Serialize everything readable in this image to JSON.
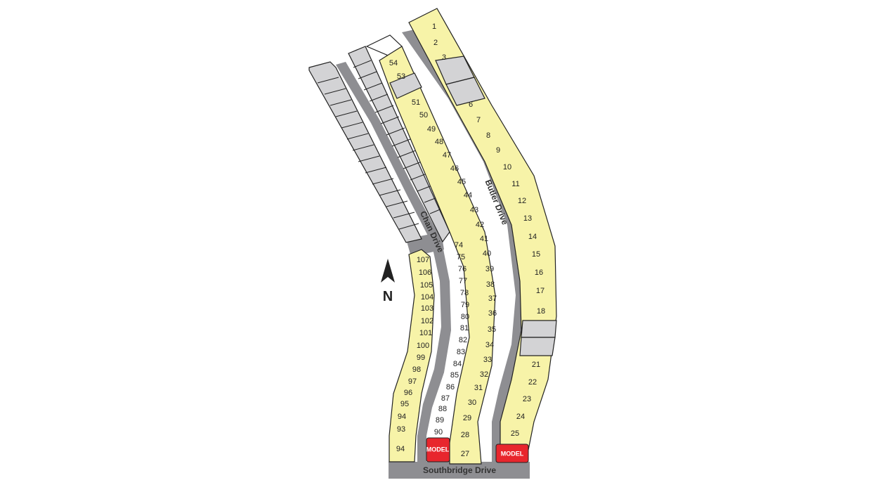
{
  "colors": {
    "available": "#f7f3a8",
    "unavailable": "#d3d3d5",
    "reserved_white": "#ffffff",
    "model": "#e8262d",
    "road": "#8e8e92",
    "outline": "#222222"
  },
  "streets": {
    "chan": "Chan Drive",
    "butler": "Butler Drive",
    "southbridge": "Southbridge Drive"
  },
  "compass": {
    "label": "N"
  },
  "model_label": "MODEL",
  "lots": {
    "east_row_top": [
      "1",
      "2",
      "3"
    ],
    "east_row_mid": [
      "6",
      "7",
      "8",
      "9",
      "10",
      "11",
      "12",
      "13",
      "14",
      "15",
      "16",
      "17",
      "18"
    ],
    "east_row_bottom": [
      "21",
      "22",
      "23",
      "24",
      "25"
    ],
    "middle_east_row": [
      "27",
      "28",
      "29",
      "30",
      "31",
      "32",
      "33",
      "34",
      "35",
      "36",
      "37",
      "38",
      "39",
      "40",
      "41",
      "42",
      "43",
      "44",
      "45",
      "46",
      "47",
      "48",
      "49",
      "50",
      "51"
    ],
    "middle_top": [
      "53",
      "54"
    ],
    "middle_west_row": [
      "74",
      "75",
      "76",
      "77",
      "78",
      "79",
      "80",
      "81",
      "82",
      "83",
      "84",
      "85",
      "86",
      "87",
      "88",
      "89",
      "90"
    ],
    "west_row": [
      "107",
      "106",
      "105",
      "104",
      "103",
      "102",
      "101",
      "100",
      "99",
      "98",
      "97",
      "96",
      "95",
      "94",
      "93",
      "94"
    ]
  }
}
